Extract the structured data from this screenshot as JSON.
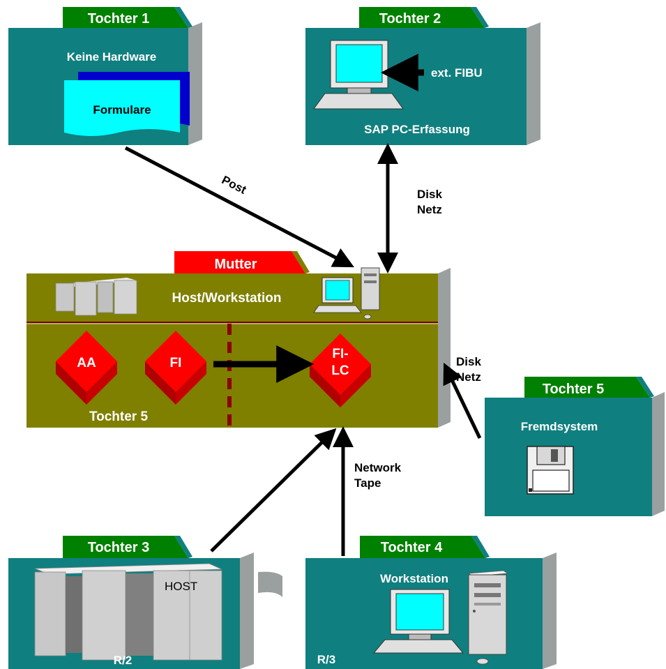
{
  "subsidiaries": {
    "t1": {
      "tab": "Tochter 1",
      "subtitle": "Keine Hardware",
      "doc": "Formulare"
    },
    "t2": {
      "tab": "Tochter 2",
      "note": "ext. FIBU",
      "caption": "SAP PC-Erfassung"
    },
    "t3": {
      "tab": "Tochter 3",
      "host": "HOST",
      "caption": "R/2"
    },
    "t4": {
      "tab": "Tochter 4",
      "title": "Workstation",
      "caption": "R/3"
    },
    "t5": {
      "tab": "Tochter 5",
      "title": "Fremdsystem"
    }
  },
  "mother": {
    "tab": "Mutter",
    "host_label": "Host/Workstation",
    "sub_label": "Tochter 5",
    "modules": [
      "AA",
      "FI",
      "FI-",
      "LC"
    ]
  },
  "connections": {
    "post": "Post",
    "disk1": "Disk",
    "net1": "Netz",
    "disk2": "Disk",
    "net2": "Netz",
    "network": "Network",
    "tape": "Tape"
  },
  "colors": {
    "teal": "#107f7f",
    "teal_side": "#9aa0a0",
    "olive": "#7f7f00",
    "green_tab": "#008000",
    "red": "#ff0000",
    "cyan": "#00ffff"
  }
}
